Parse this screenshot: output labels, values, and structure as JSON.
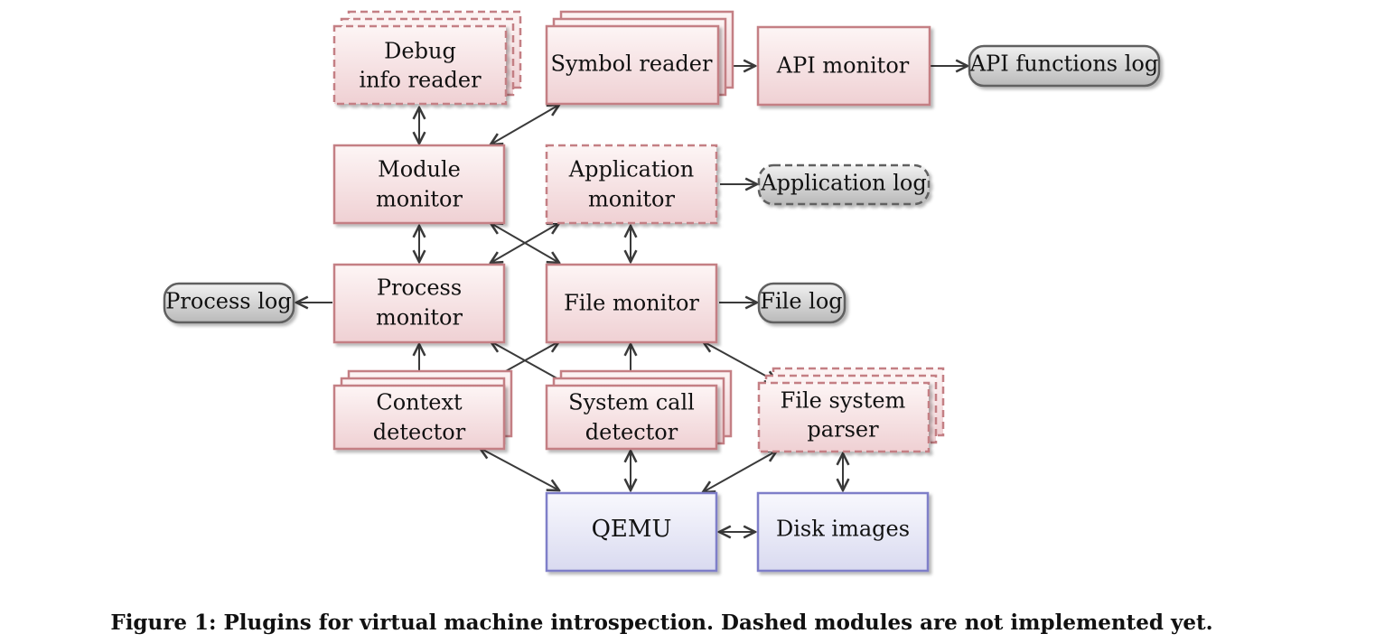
{
  "colors": {
    "module_stroke": "#c47f84",
    "module_fill_top": "#fdf5f5",
    "module_fill_bottom": "#efd0d3",
    "qemu_stroke": "#7f7fc9",
    "qemu_fill_top": "#f8f8fd",
    "qemu_fill_bottom": "#d9daf0",
    "log_stroke": "#606060",
    "log_fill_top": "#f1f1f1",
    "log_fill_bottom": "#b9b9b9",
    "arrow": "#3a3a3a"
  },
  "nodes": {
    "debug_info_reader": {
      "line1": "Debug",
      "line2": "info reader",
      "implemented": false,
      "stacked": true
    },
    "symbol_reader": {
      "line1": "Symbol reader",
      "implemented": true,
      "stacked": true
    },
    "api_monitor": {
      "line1": "API monitor",
      "implemented": true,
      "stacked": false
    },
    "api_functions_log": {
      "line1": "API functions log",
      "implemented": true
    },
    "module_monitor": {
      "line1": "Module",
      "line2": "monitor",
      "implemented": true,
      "stacked": false
    },
    "application_monitor": {
      "line1": "Application",
      "line2": "monitor",
      "implemented": false,
      "stacked": false
    },
    "application_log": {
      "line1": "Application log",
      "implemented": false
    },
    "process_log": {
      "line1": "Process log",
      "implemented": true
    },
    "process_monitor": {
      "line1": "Process",
      "line2": "monitor",
      "implemented": true,
      "stacked": false
    },
    "file_monitor": {
      "line1": "File monitor",
      "implemented": true,
      "stacked": false
    },
    "file_log": {
      "line1": "File log",
      "implemented": true
    },
    "context_detector": {
      "line1": "Context",
      "line2": "detector",
      "implemented": true,
      "stacked": true
    },
    "system_call_detector": {
      "line1": "System call",
      "line2": "detector",
      "implemented": true,
      "stacked": true
    },
    "file_system_parser": {
      "line1": "File system",
      "line2": "parser",
      "implemented": false,
      "stacked": true
    },
    "qemu": {
      "line1": "QEMU",
      "implemented": true,
      "stacked": false
    },
    "disk_images": {
      "line1": "Disk images",
      "implemented": true,
      "stacked": false
    }
  },
  "caption": "Figure 1: Plugins for virtual machine introspection. Dashed modules are not implemented yet."
}
